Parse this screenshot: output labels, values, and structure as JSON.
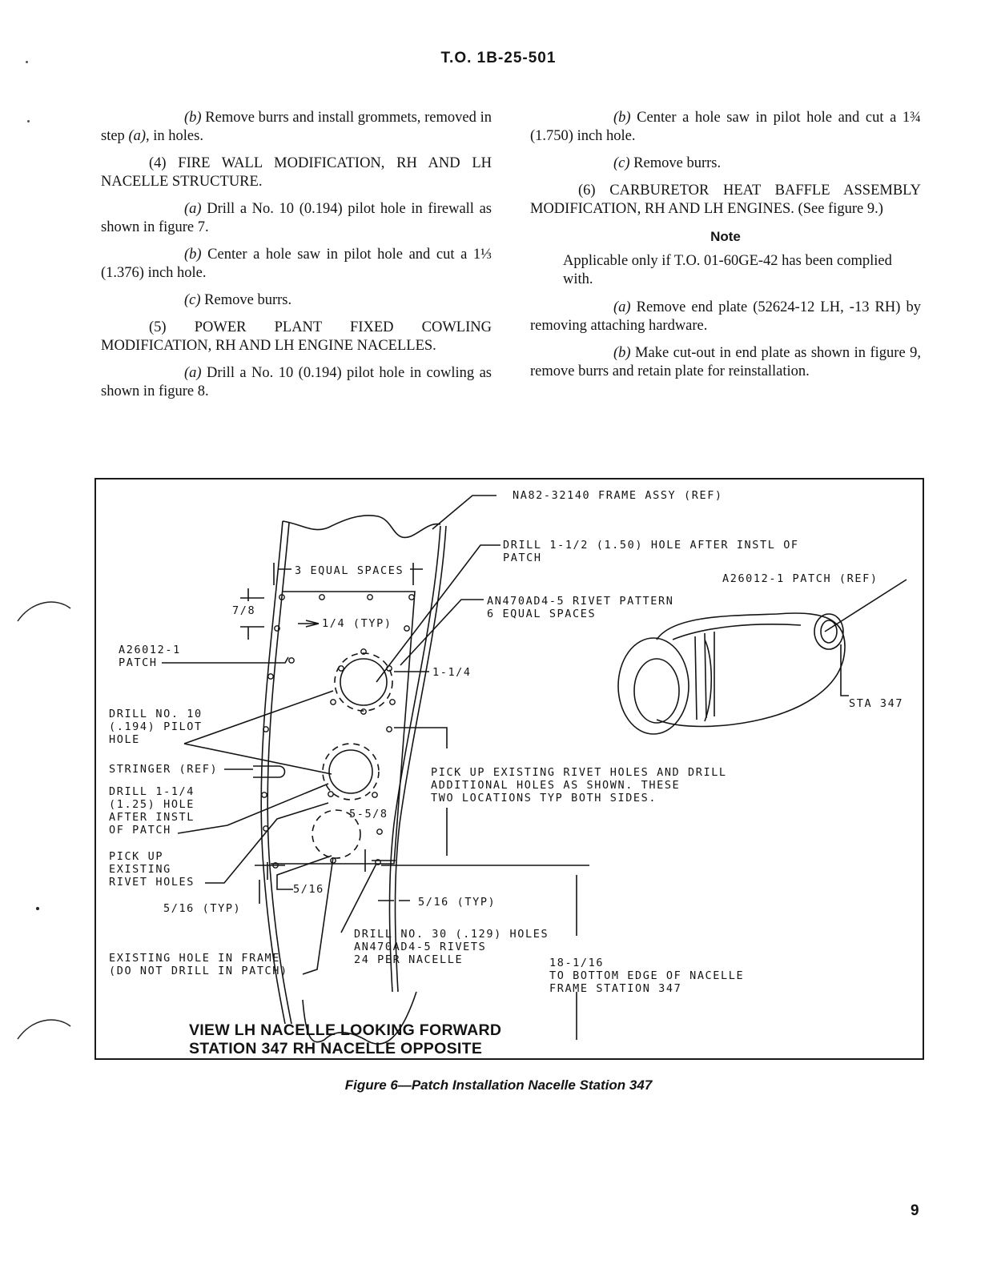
{
  "header": {
    "doc_number": "T.O. 1B-25-501"
  },
  "left_column": {
    "p1_step": "(b)",
    "p1_text": " Remove burrs and install grommets, removed in step ",
    "p1_ref": "(a)",
    "p1_end": ", in holes.",
    "p2": "(4) FIRE WALL MODIFICATION, RH AND LH NACELLE STRUCTURE.",
    "p3_step": "(a)",
    "p3_text": " Drill a No. 10 (0.194) pilot hole in firewall as shown in figure 7.",
    "p4_step": "(b)",
    "p4_text": " Center a hole saw in pilot hole and cut a 1⅓ (1.376) inch hole.",
    "p5_step": "(c)",
    "p5_text": " Remove burrs.",
    "p6": "(5) POWER PLANT FIXED COWLING MODIFICATION, RH AND LH ENGINE NACELLES.",
    "p7_step": "(a)",
    "p7_text": " Drill a No. 10 (0.194) pilot hole in cowling as shown in figure 8."
  },
  "right_column": {
    "p1_step": "(b)",
    "p1_text": " Center a hole saw in pilot hole and cut a 1¾ (1.750) inch hole.",
    "p2_step": "(c)",
    "p2_text": " Remove burrs.",
    "p3": "(6) CARBURETOR HEAT BAFFLE ASSEMBLY MODIFICATION, RH AND LH ENGINES. (See figure 9.)",
    "note_title": "Note",
    "note_body": "Applicable only if T.O. 01-60GE-42 has been complied with.",
    "p4_step": "(a)",
    "p4_text": " Remove end plate (52624-12 LH, -13 RH) by removing attaching hardware.",
    "p5_step": "(b)",
    "p5_text": " Make cut-out in end plate as shown in figure 9, remove burrs and retain plate for reinstallation."
  },
  "figure": {
    "labels": {
      "frame_assy": "NA82-32140 FRAME ASSY (REF)",
      "drill_150": "DRILL 1-1/2 (1.50) HOLE AFTER INSTL OF\nPATCH",
      "patch_ref": "A26012-1 PATCH (REF)",
      "equal_spaces": "3 EQUAL SPACES",
      "rivet_pattern": "AN470AD4-5 RIVET PATTERN\n6 EQUAL SPACES",
      "seven_eighths": "7/8",
      "quarter_typ": "1/4 (TYP)",
      "patch": "A26012-1\nPATCH",
      "one_quarter": "1-1/4",
      "sta": "STA 347",
      "drill_no10": "DRILL NO. 10\n(.194) PILOT\nHOLE",
      "stringer": "STRINGER (REF)",
      "pick_up_note": "PICK UP EXISTING RIVET HOLES AND DRILL\nADDITIONAL HOLES AS SHOWN. THESE\nTWO LOCATIONS TYP BOTH SIDES.",
      "drill_125": "DRILL 1-1/4\n(1.25) HOLE\nAFTER INSTL\nOF PATCH",
      "five_five_eighths": "5-5/8",
      "pick_up_existing": "PICK UP\nEXISTING\nRIVET HOLES",
      "five_sixteenths": "5/16",
      "five_sixteenths_typ_left": "5/16 (TYP)",
      "five_sixteenths_typ_right": "5/16 (TYP)",
      "drill_no30": "DRILL NO. 30 (.129) HOLES\nAN470AD4-5 RIVETS\n24 PER NACELLE",
      "existing_hole": "EXISTING HOLE IN FRAME\n(DO NOT DRILL IN PATCH)",
      "eighteen": "18-1/16\nTO BOTTOM EDGE OF NACELLE\nFRAME STATION 347"
    },
    "view_title_line1": "VIEW LH NACELLE LOOKING FORWARD",
    "view_title_line2": "STATION 347 RH NACELLE OPPOSITE",
    "caption": "Figure 6—Patch Installation Nacelle Station 347"
  },
  "page_number": "9"
}
